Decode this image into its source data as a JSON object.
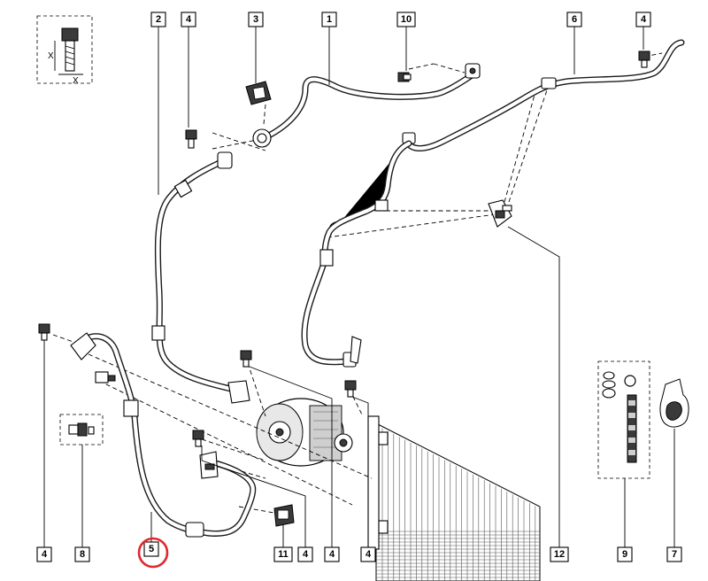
{
  "diagram": {
    "callouts": [
      {
        "id": "c2",
        "label": "2"
      },
      {
        "id": "c4a",
        "label": "4"
      },
      {
        "id": "c3",
        "label": "3"
      },
      {
        "id": "c1",
        "label": "1"
      },
      {
        "id": "c10",
        "label": "10"
      },
      {
        "id": "c6",
        "label": "6"
      },
      {
        "id": "c4b",
        "label": "4"
      },
      {
        "id": "c4c",
        "label": "4"
      },
      {
        "id": "c8",
        "label": "8"
      },
      {
        "id": "c5",
        "label": "5"
      },
      {
        "id": "c11",
        "label": "11"
      },
      {
        "id": "c4d",
        "label": "4"
      },
      {
        "id": "c4e",
        "label": "4"
      },
      {
        "id": "c4f",
        "label": "4"
      },
      {
        "id": "c12",
        "label": "12"
      },
      {
        "id": "c9",
        "label": "9"
      },
      {
        "id": "c7",
        "label": "7"
      }
    ],
    "legend_symbol": {
      "dimension_label": "X"
    },
    "highlighted_callout": "5",
    "colors": {
      "highlight": "#e0282e",
      "line": "#000000"
    }
  }
}
